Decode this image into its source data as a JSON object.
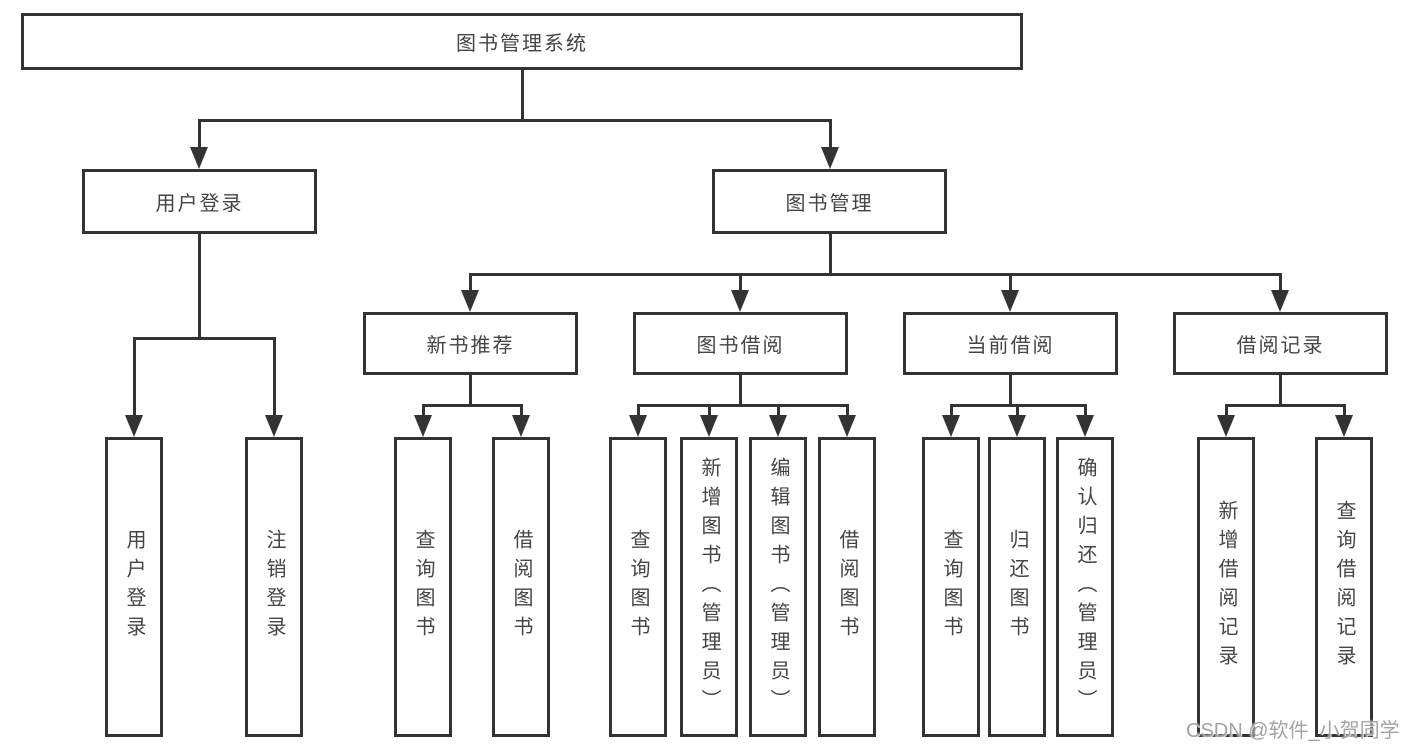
{
  "diagram_type": "function-structure-tree",
  "nodes": {
    "root": "图书管理系统",
    "level2": [
      "用户登录",
      "图书管理"
    ],
    "level3": [
      "新书推荐",
      "图书借阅",
      "当前借阅",
      "借阅记录"
    ],
    "leaves": [
      "用户登录",
      "注销登录",
      "查询图书",
      "借阅图书",
      "查询图书",
      "新增图书（管理员）",
      "编辑图书（管理员）",
      "借阅图书",
      "查询图书",
      "归还图书",
      "确认归还（管理员）",
      "新增借阅记录",
      "查询借阅记录"
    ]
  },
  "hierarchy": {
    "图书管理系统": {
      "用户登录": [
        "用户登录",
        "注销登录"
      ],
      "图书管理": {
        "新书推荐": [
          "查询图书",
          "借阅图书"
        ],
        "图书借阅": [
          "查询图书",
          "新增图书（管理员）",
          "编辑图书（管理员）",
          "借阅图书"
        ],
        "当前借阅": [
          "查询图书",
          "归还图书",
          "确认归还（管理员）"
        ],
        "借阅记录": [
          "新增借阅记录",
          "查询借阅记录"
        ]
      }
    }
  },
  "watermark": "CSDN @软件_小贺同学",
  "colors": {
    "line": "#333333",
    "text": "#454545",
    "background": "#ffffff",
    "watermark": "#9e9e9e"
  }
}
